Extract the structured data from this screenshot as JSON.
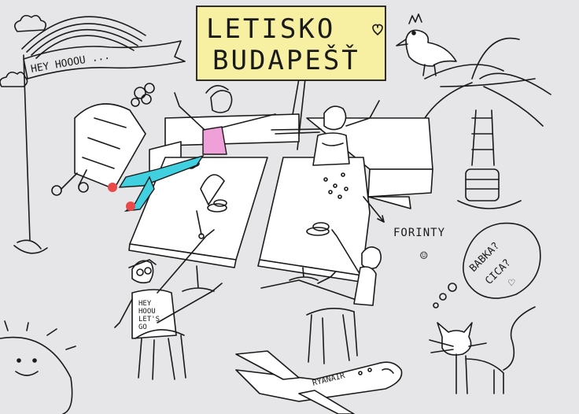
{
  "sign": {
    "line1": "LETISKO",
    "line2": "BUDAPEŠŤ",
    "color": "#f7f0a2"
  },
  "banner": {
    "text": "HEY HOOOU ..."
  },
  "shirt": {
    "line1": "HEY",
    "line2": "HOOU",
    "line3": "LET'S",
    "line4": "GO"
  },
  "label": {
    "forinty": "FORINTY",
    "smile": "☺"
  },
  "thought": {
    "line1": "BABKA?",
    "line2": "CICA?",
    "heart": "♡"
  },
  "plane": {
    "brand": "RYANAIR"
  },
  "colors": {
    "paper": "#e6e6e8",
    "ink": "#1a1a1a",
    "pink": "#f0a0d8",
    "cyan": "#40d0e0",
    "red": "#e84a4a"
  }
}
